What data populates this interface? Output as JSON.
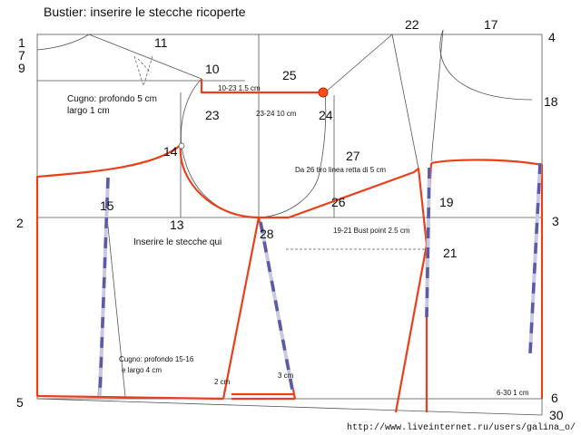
{
  "title": "Bustier: inserire le stecche ricoperte",
  "points": {
    "p1": "1",
    "p7": "7",
    "p9": "9",
    "p11": "11",
    "p10": "10",
    "p25": "25",
    "p22": "22",
    "p17": "17",
    "p4": "4",
    "p18": "18",
    "p23": "23",
    "p24": "24",
    "p14": "14",
    "p27": "27",
    "p2": "2",
    "p15": "15",
    "p13": "13",
    "p28": "28",
    "p26": "26",
    "p19": "19",
    "p3": "3",
    "p21": "21",
    "p5": "5",
    "p6": "6",
    "p30": "30"
  },
  "notes": {
    "dart_top_1": "Cugno: profondo 5 cm",
    "dart_top_2": "largo 1 cm",
    "m10_23": "10-23 1.5 cm",
    "m23_24": "23-24 10 cm",
    "line26": "Da 26 tiro linea retta di 5 cm",
    "bust_point": "19-21 Bust point 2.5 cm",
    "insert": "Inserire le stecche qui",
    "dart_bottom_1": "Cugno: profondo 15-16",
    "dart_bottom_2": "e largo 4 cm",
    "m2cm": "2  cm",
    "m3cm": "3  cm",
    "m6_30": "6-30 1 cm"
  },
  "url": "http://www.liveinternet.ru/users/galina_o/",
  "colors": {
    "construction": "#555555",
    "pattern": "#e8401c",
    "boning": "#5a5aa8",
    "boning_light": "#c8c8e0",
    "point_fill": "#ff4a1a"
  }
}
